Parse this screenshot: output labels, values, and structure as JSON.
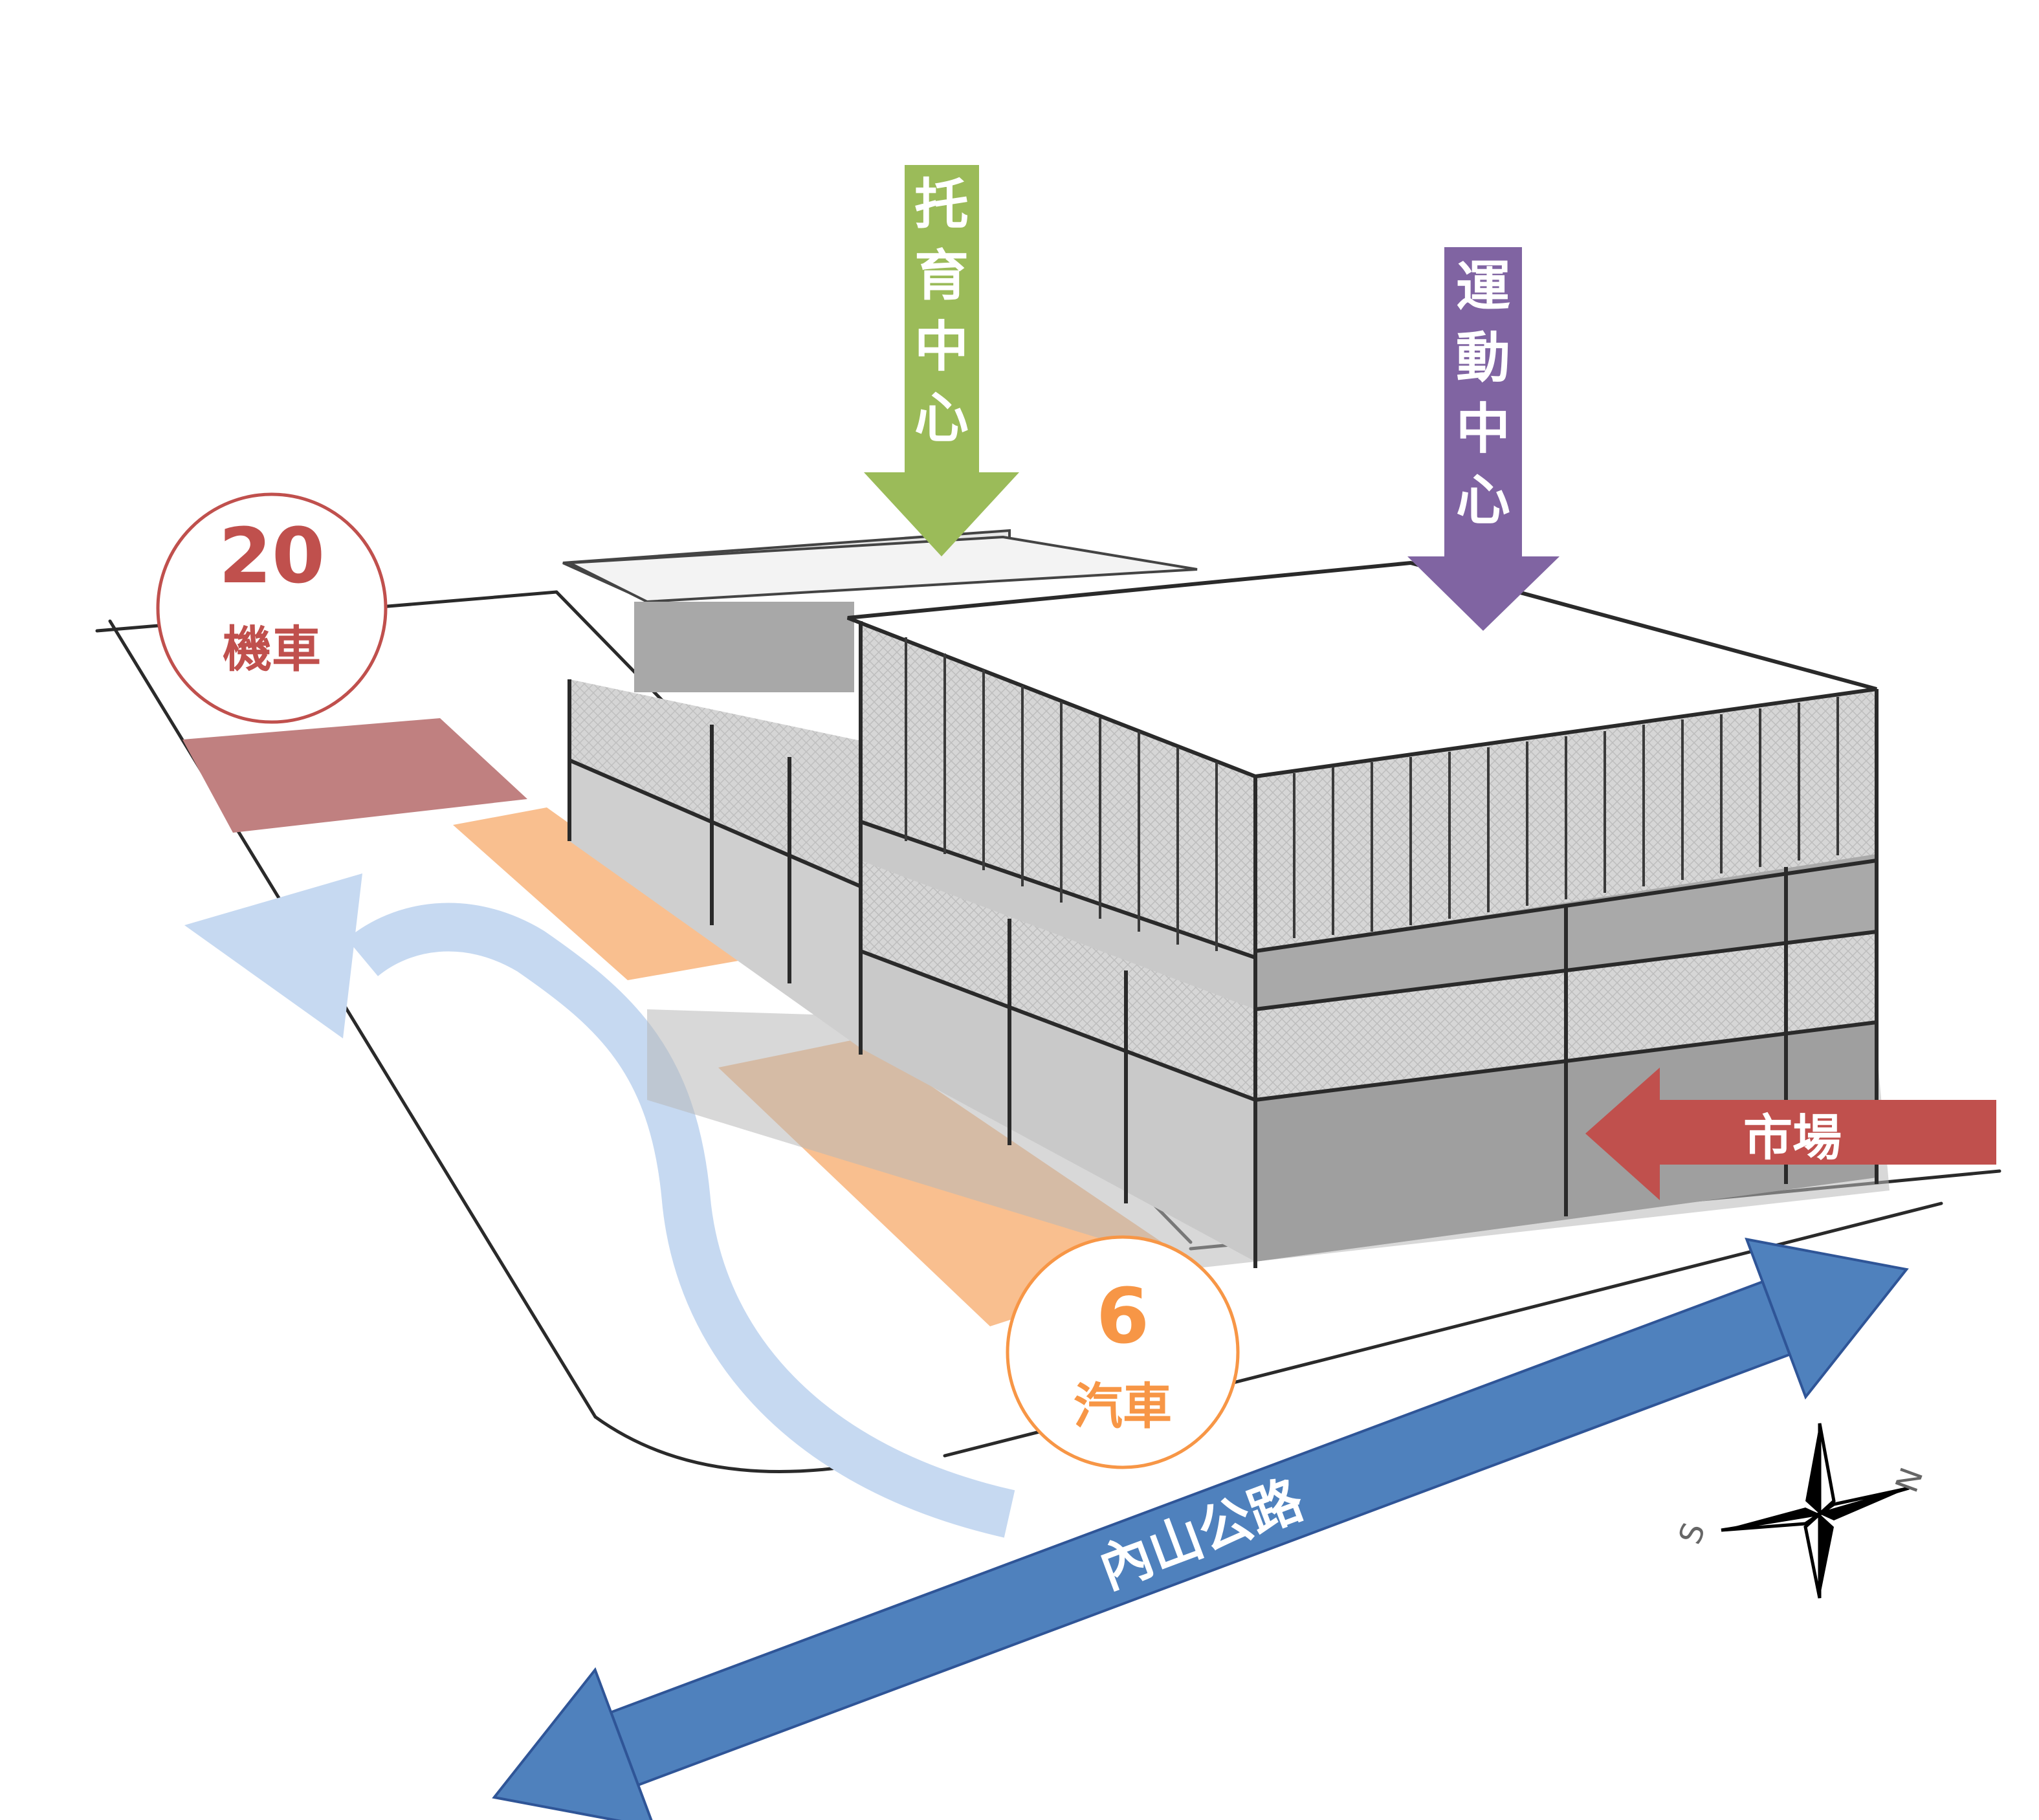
{
  "labels": {
    "childcare": "托育中心",
    "sports": "運動中心",
    "market": "市場",
    "road": "內山公路"
  },
  "parking": {
    "scooter": {
      "count": "20",
      "label": "機車"
    },
    "car": {
      "count": "6",
      "label": "汽車"
    }
  },
  "compass": {
    "south": "S",
    "north": "N"
  },
  "colors": {
    "childcare_arrow": "#9bbb59",
    "sports_arrow": "#8064a2",
    "market_arrow": "#c0504d",
    "road_arrow": "#4f81bd",
    "flow_arrow": "#c6d9f1",
    "scooter_zone": "#c08080",
    "car_zone": "#f9bf8f",
    "scooter_badge": "#c0504d",
    "car_badge": "#f79646"
  }
}
